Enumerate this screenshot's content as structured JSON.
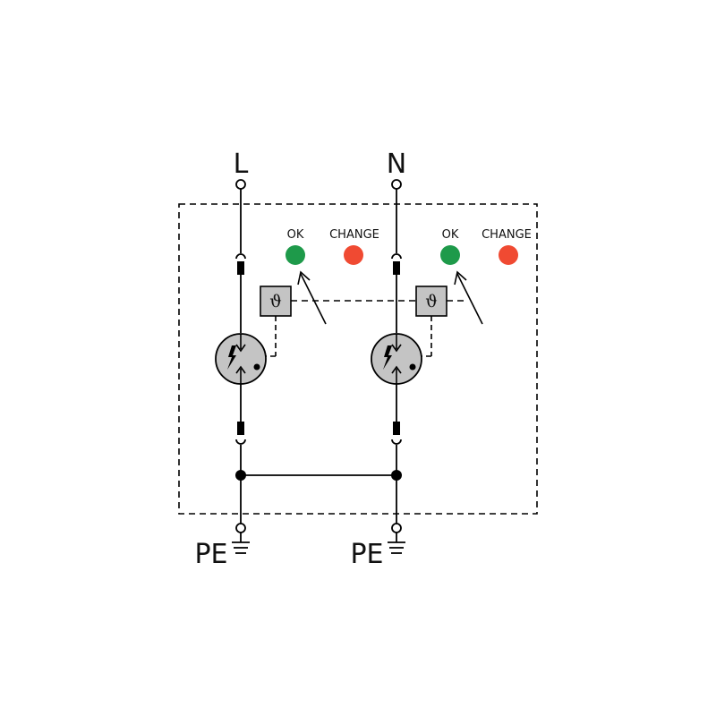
{
  "terminals": {
    "left_top": "L",
    "right_top": "N",
    "left_bottom": "PE",
    "right_bottom": "PE"
  },
  "indicators": {
    "left_ok": "OK",
    "left_change": "CHANGE",
    "right_ok": "OK",
    "right_change": "CHANGE"
  },
  "thermal_symbol": "ϑ",
  "colors": {
    "ok_led": "#1e9a4a",
    "change_led": "#f04a32",
    "component_fill": "#c4c4c4",
    "line": "#000000"
  }
}
